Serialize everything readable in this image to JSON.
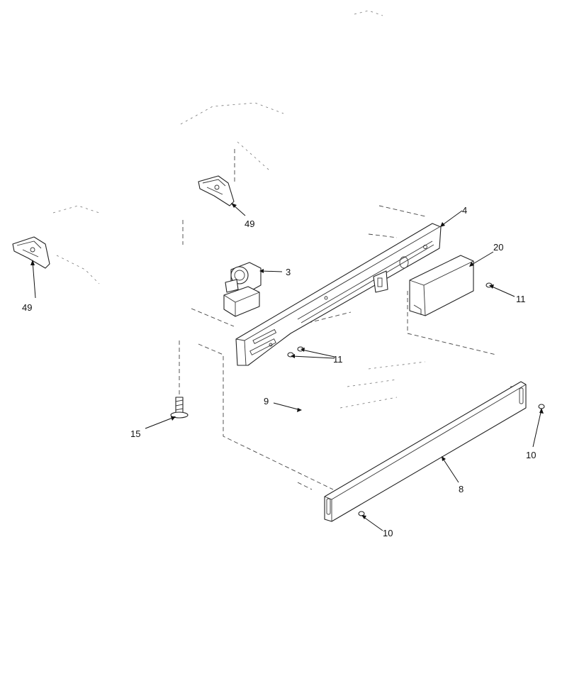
{
  "callouts": {
    "bracket_left": "49",
    "bracket_right": "49",
    "valve": "3",
    "manifold_bracket": "4",
    "cover": "20",
    "screw_right": "11",
    "screws_center": "11",
    "panel": "8",
    "hole": "9",
    "bolt": "15",
    "screw_panel_right": "10",
    "screw_panel_bottom": "10"
  }
}
